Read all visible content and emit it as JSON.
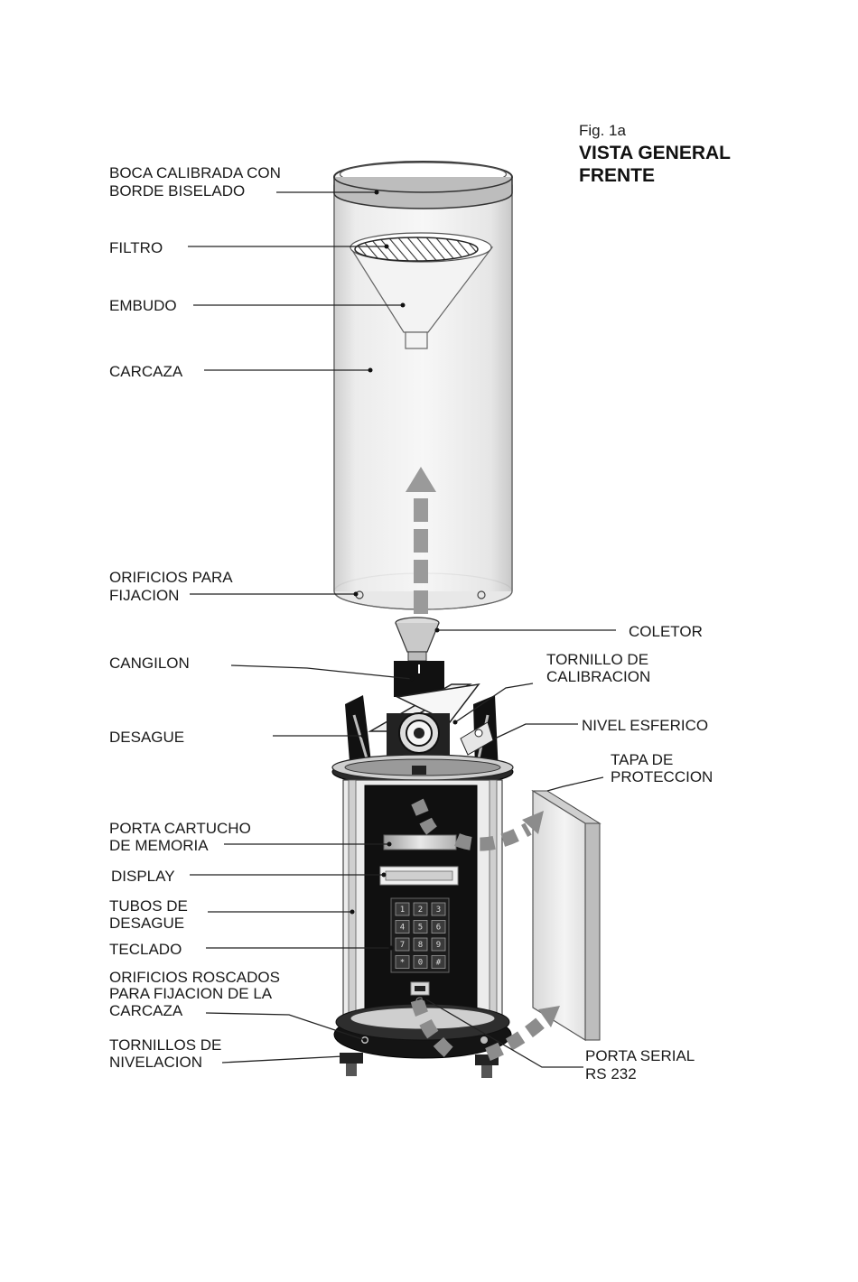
{
  "figure": {
    "number": "Fig. 1a",
    "title_line1": "VISTA GENERAL",
    "title_line2": "FRENTE"
  },
  "labels": {
    "boca_1": "BOCA CALIBRADA CON",
    "boca_2": "BORDE BISELADO",
    "filtro": "FILTRO",
    "embudo": "EMBUDO",
    "carcaza": "CARCAZA",
    "orificios_1": "ORIFICIOS PARA",
    "orificios_2": "FIJACION",
    "coletor": "COLETOR",
    "cangilon": "CANGILON",
    "tornillo_cal_1": "TORNILLO DE",
    "tornillo_cal_2": "CALIBRACION",
    "desague": "DESAGUE",
    "nivel": "NIVEL ESFERICO",
    "tapa_1": "TAPA DE",
    "tapa_2": "PROTECCION",
    "porta_cart_1": "PORTA CARTUCHO",
    "porta_cart_2": "DE MEMORIA",
    "display": "DISPLAY",
    "tubos_1": "TUBOS DE",
    "tubos_2": "DESAGUE",
    "teclado": "TECLADO",
    "roscados_1": "ORIFICIOS ROSCADOS",
    "roscados_2": "PARA FIJACION DE LA",
    "roscados_3": "CARCAZA",
    "nivelacion_1": "TORNILLOS DE",
    "nivelacion_2": "NIVELACION",
    "serial_1": "PORTA SERIAL",
    "serial_2": "RS 232"
  },
  "keypad": {
    "keys": [
      "1",
      "2",
      "3",
      "4",
      "5",
      "6",
      "7",
      "8",
      "9",
      "*",
      "0",
      "#"
    ]
  }
}
